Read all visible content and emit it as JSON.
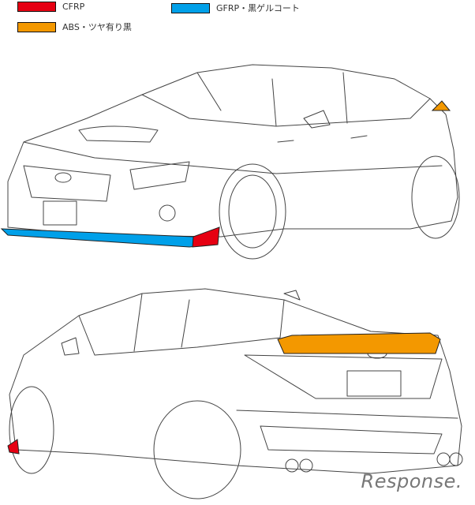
{
  "legend": [
    {
      "label": "CFRP",
      "color": "#e60012"
    },
    {
      "label": "GFRP・黒ゲルコート",
      "color": "#00a0e9"
    },
    {
      "label": "ABS・ツヤ有り黒",
      "color": "#f39800"
    }
  ],
  "watermark": "Response."
}
